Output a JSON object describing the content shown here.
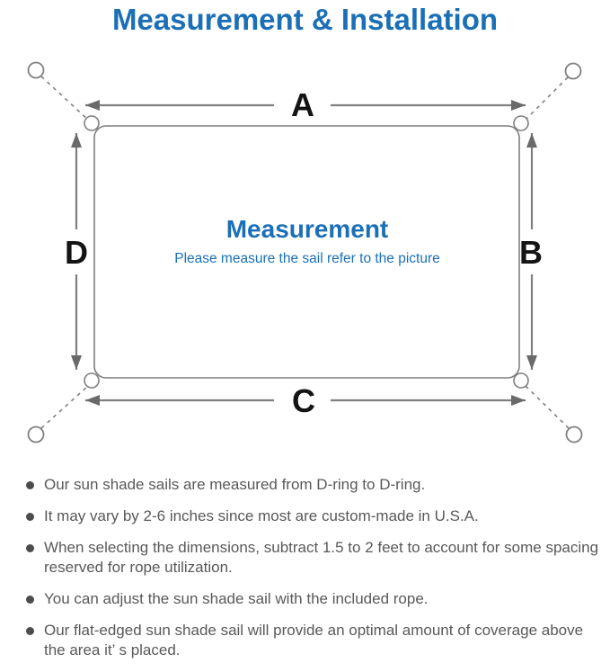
{
  "theme": {
    "accent": "#1b6fb6",
    "line": "#7f7f7f",
    "arrow": "#6a6a6a",
    "label": "#141414",
    "text": "#595959",
    "bullet": "#4c4c4c",
    "background": "#ffffff"
  },
  "title": {
    "text": "Measurement & Installation"
  },
  "diagram": {
    "labels": {
      "top": "A",
      "right": "B",
      "bottom": "C",
      "left": "D"
    },
    "center_heading": "Measurement",
    "center_subtext": "Please measure the sail refer to the picture"
  },
  "notes": {
    "items": [
      "Our sun shade sails are measured from D-ring to D-ring.",
      "It may vary by 2-6 inches since most are custom-made in U.S.A.",
      "When selecting the dimensions, subtract 1.5 to 2 feet to account for some spacing reserved for rope utilization.",
      "You can adjust the sun shade sail with the included rope.",
      "Our flat-edged sun shade sail will provide an optimal amount of coverage above the area it’ s placed."
    ]
  }
}
